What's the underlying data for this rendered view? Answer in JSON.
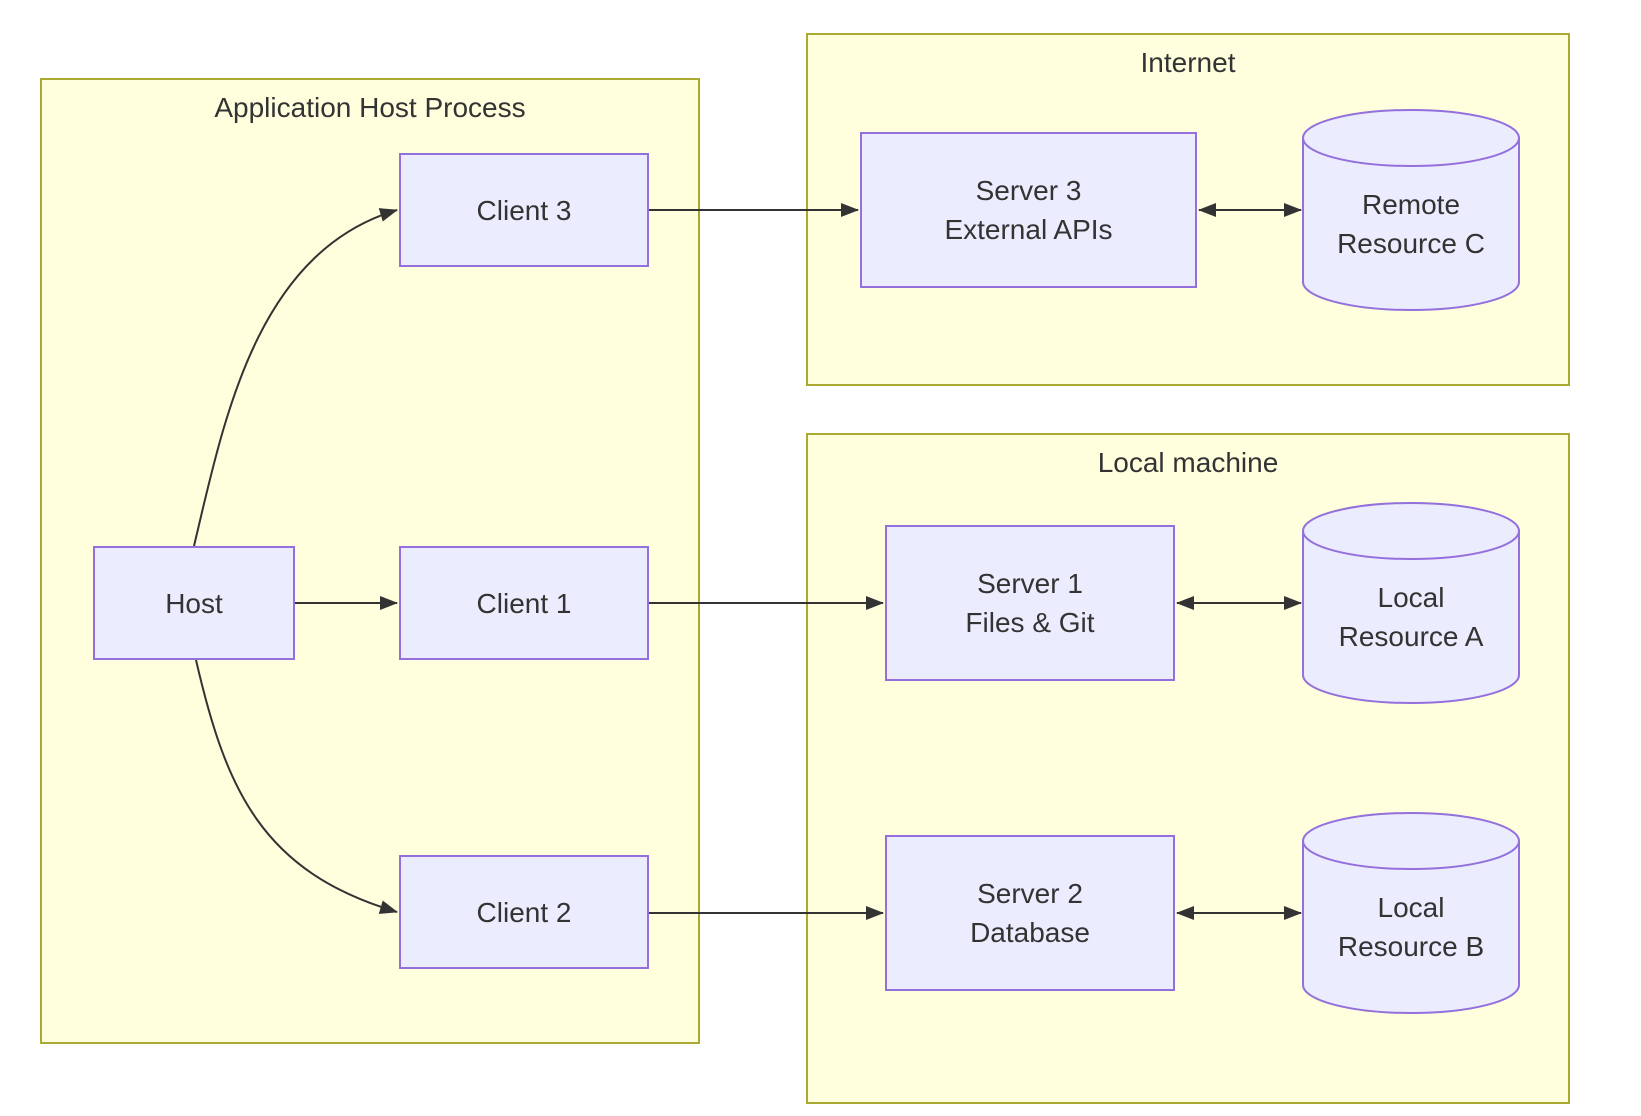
{
  "containers": {
    "app_host": {
      "title": "Application Host Process"
    },
    "internet": {
      "title": "Internet"
    },
    "local_machine": {
      "title": "Local machine"
    }
  },
  "nodes": {
    "host": {
      "label": "Host"
    },
    "client1": {
      "label": "Client 1"
    },
    "client2": {
      "label": "Client 2"
    },
    "client3": {
      "label": "Client 3"
    },
    "server1": {
      "lines": [
        "Server 1",
        "Files & Git"
      ]
    },
    "server2": {
      "lines": [
        "Server 2",
        "Database"
      ]
    },
    "server3": {
      "lines": [
        "Server 3",
        "External APIs"
      ]
    },
    "resource_a": {
      "lines": [
        "Local",
        "Resource A"
      ]
    },
    "resource_b": {
      "lines": [
        "Local",
        "Resource B"
      ]
    },
    "resource_c": {
      "lines": [
        "Remote",
        "Resource C"
      ]
    }
  },
  "edges": [
    {
      "from": "host",
      "to": "client3",
      "direction": "one-way"
    },
    {
      "from": "host",
      "to": "client1",
      "direction": "one-way"
    },
    {
      "from": "host",
      "to": "client2",
      "direction": "one-way"
    },
    {
      "from": "client3",
      "to": "server3",
      "direction": "one-way"
    },
    {
      "from": "client1",
      "to": "server1",
      "direction": "one-way"
    },
    {
      "from": "client2",
      "to": "server2",
      "direction": "one-way"
    },
    {
      "from": "server3",
      "to": "resource_c",
      "direction": "two-way"
    },
    {
      "from": "server1",
      "to": "resource_a",
      "direction": "two-way"
    },
    {
      "from": "server2",
      "to": "resource_b",
      "direction": "two-way"
    }
  ],
  "colors": {
    "node_fill": "#ECECFF",
    "node_border": "#9370DB",
    "cluster_fill": "#FFFFDE",
    "cluster_border": "#AAAA33",
    "edge": "#333333",
    "text": "#333333",
    "canvas": "#FFFFFF"
  }
}
